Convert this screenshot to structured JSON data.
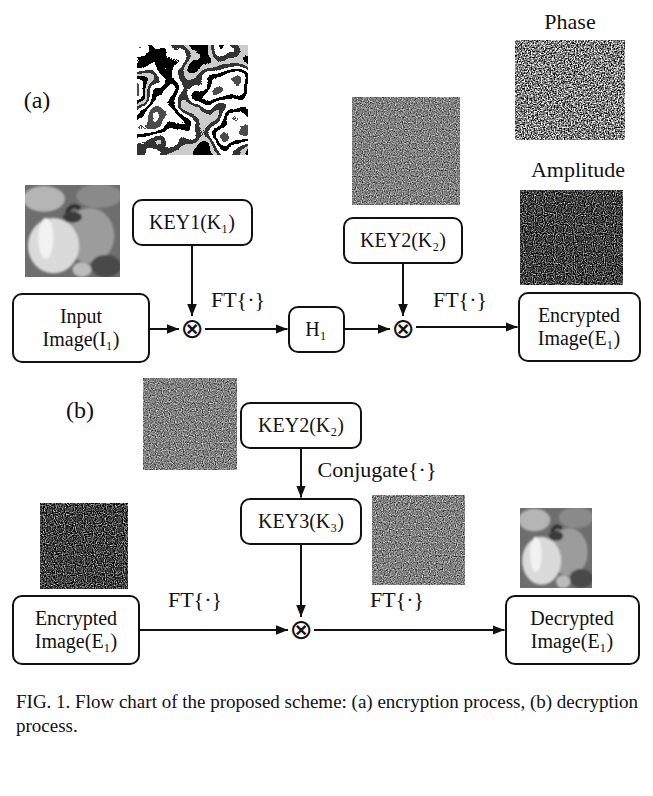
{
  "diagram": {
    "caption": "FIG. 1. Flow chart of the proposed scheme: (a) encryption process, (b) decryption process.",
    "nodes": [
      {
        "text": [
          "KEY1(K₁)"
        ]
      },
      {
        "text": [
          "KEY2(K₂)"
        ]
      },
      {
        "text": [
          "Input Image(I₁)"
        ]
      },
      {
        "text": [
          "⊗"
        ]
      },
      {
        "text": [
          "H₁"
        ]
      },
      {
        "text": [
          "⊗"
        ]
      },
      {
        "text": [
          "Encrypted Image(E₁)"
        ]
      },
      {
        "text": [
          "KEY2(K₂)"
        ]
      },
      {
        "text": [
          "KEY3(K₃)"
        ]
      },
      {
        "text": [
          "Encrypted Image(E₁)"
        ]
      },
      {
        "text": [
          "⊗"
        ]
      },
      {
        "text": [
          "Decrypted Image(E₁)"
        ]
      }
    ],
    "edges": [
      {
        "from": 0,
        "to": 3,
        "arrow": "to"
      },
      {
        "from": 2,
        "to": 3,
        "arrow": "to"
      },
      {
        "from": 3,
        "to": 4,
        "label": "FT{·}",
        "arrow": "to"
      },
      {
        "from": 4,
        "to": 5,
        "arrow": "to"
      },
      {
        "from": 1,
        "to": 5,
        "arrow": "to"
      },
      {
        "from": 5,
        "to": 6,
        "label": "FT{·}",
        "arrow": "to"
      },
      {
        "from": 7,
        "to": 8,
        "label": "Conjugate{·}",
        "arrow": "to"
      },
      {
        "from": 9,
        "to": 10,
        "label": "FT{·}",
        "arrow": "to"
      },
      {
        "from": 8,
        "to": 10,
        "arrow": "to"
      },
      {
        "from": 10,
        "to": 11,
        "label": "FT{·}",
        "arrow": "to"
      }
    ],
    "labels": [
      "(a)",
      "Phase",
      "Amplitude",
      "(b)"
    ]
  }
}
